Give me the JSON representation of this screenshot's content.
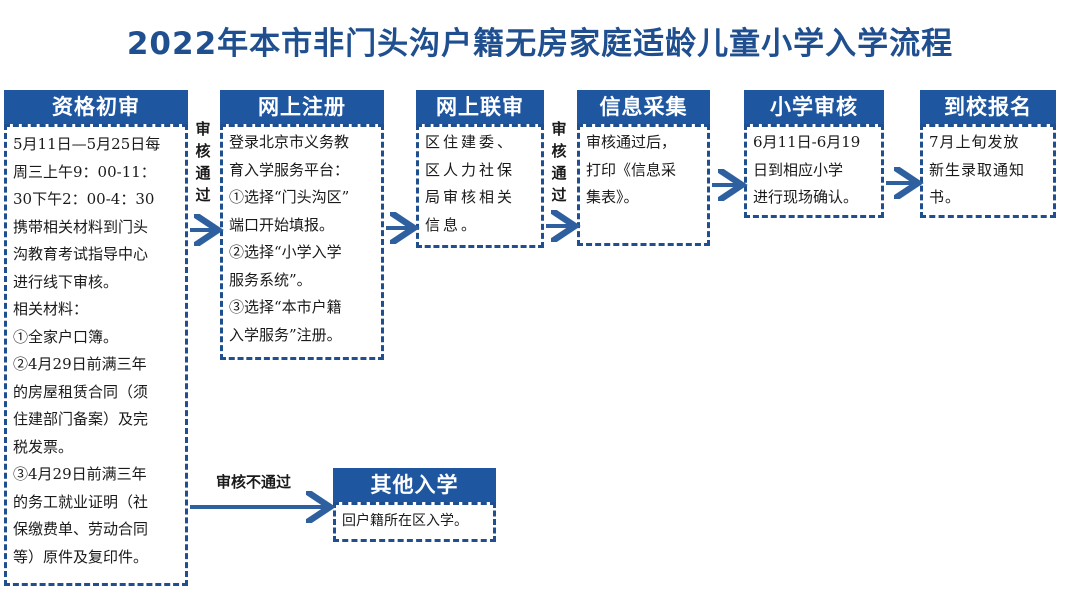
{
  "title": "2022年本市非门头沟户籍无房家庭适龄儿童小学入学流程",
  "steps": [
    {
      "title": "资格初审",
      "lines": [
        "5月11日—5月25日每",
        "周三上午9：00-11：",
        "30下午2：00-4：30",
        "携带相关材料到门头",
        "沟教育考试指导中心",
        "进行线下审核。",
        "相关材料：",
        "①全家户口簿。",
        "②4月29日前满三年",
        "的房屋租赁合同（须",
        "住建部门备案）及完",
        "税发票。",
        "③4月29日前满三年",
        "的务工就业证明（社",
        "保缴费单、劳动合同",
        "等）原件及复印件。"
      ]
    },
    {
      "title": "网上注册",
      "lines": [
        "登录北京市义务教",
        "育入学服务平台：",
        "①选择“门头沟区”",
        "端口开始填报。",
        "②选择“小学入学",
        "服务系统”。",
        "③选择“本市户籍",
        "入学服务”注册。"
      ]
    },
    {
      "title": "网上联审",
      "lines": [
        "区住建委、",
        "区人力社保",
        "局审核相关",
        "信息。"
      ]
    },
    {
      "title": "信息采集",
      "lines": [
        "审核通过后，",
        "打印《信息采",
        "集表》。"
      ]
    },
    {
      "title": "小学审核",
      "lines": [
        "6月11日-6月19",
        "日到相应小学",
        "进行现场确认。"
      ]
    },
    {
      "title": "到校报名",
      "lines": [
        "7月上旬发放",
        "新生录取通知",
        "书。"
      ]
    }
  ],
  "other": {
    "title": "其他入学",
    "text": "回户籍所在区入学。"
  },
  "labels": {
    "pass": [
      "审",
      "核",
      "通",
      "过"
    ],
    "fail": "审核不通过"
  },
  "colors": {
    "header_bg": "#1f56a0",
    "title": "#1f4f8f",
    "border": "#1f4f8f",
    "arrow": "#2e5f9e"
  }
}
